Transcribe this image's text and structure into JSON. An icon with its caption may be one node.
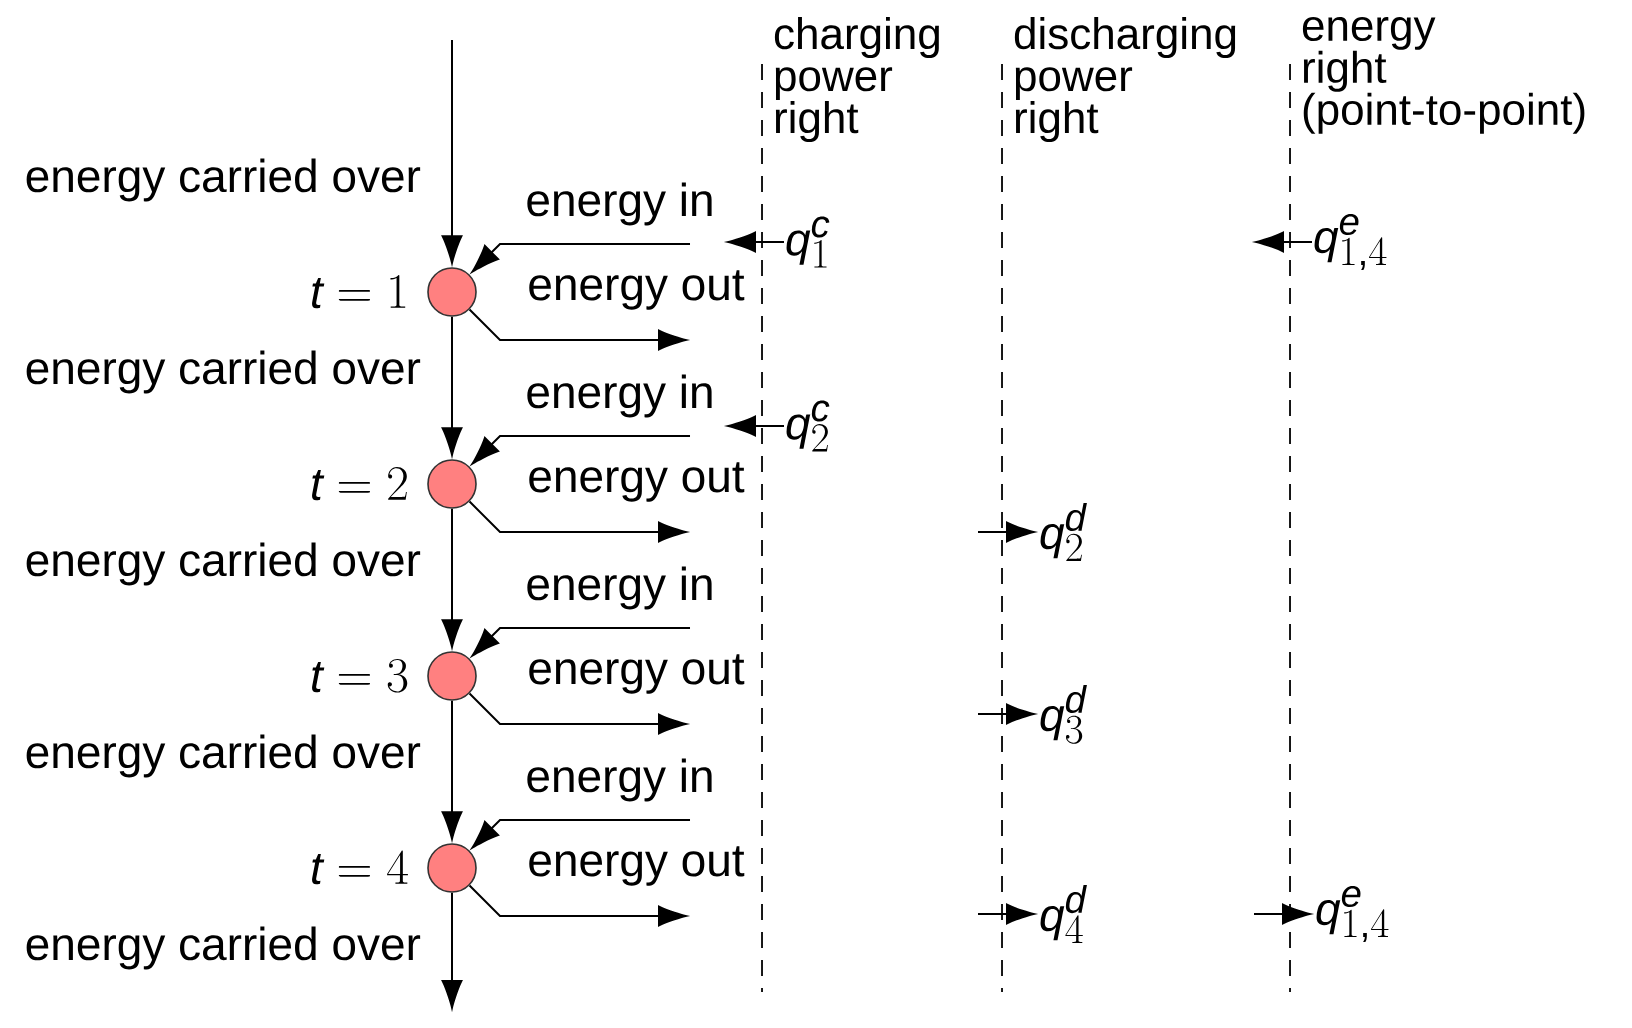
{
  "diagram": {
    "nodes": [
      {
        "text": [],
        "shape": "circle",
        "beside": [
          "t = 1"
        ]
      },
      {
        "text": [],
        "shape": "circle",
        "beside": [
          "t = 2"
        ]
      },
      {
        "text": [],
        "shape": "circle",
        "beside": [
          "t = 3"
        ]
      },
      {
        "text": [],
        "shape": "circle",
        "beside": [
          "t = 4"
        ]
      },
      {
        "text": [
          "q_1^c"
        ]
      },
      {
        "text": [
          "q_{1,4}^e"
        ]
      },
      {
        "text": [
          "q_2^c"
        ]
      },
      {
        "text": [
          "q_2^d"
        ]
      },
      {
        "text": [
          "q_3^d"
        ]
      },
      {
        "text": [
          "q_4^d"
        ]
      },
      {
        "text": [
          "q_{1,4}^e"
        ]
      }
    ],
    "edges": [
      {
        "from": null,
        "to": 0,
        "arrow": "to",
        "label": "energy carried over"
      },
      {
        "from": 0,
        "to": 1,
        "arrow": "to",
        "label": "energy carried over"
      },
      {
        "from": 1,
        "to": 2,
        "arrow": "to",
        "label": "energy carried over"
      },
      {
        "from": 2,
        "to": 3,
        "arrow": "to",
        "label": "energy carried over"
      },
      {
        "from": 3,
        "to": null,
        "arrow": "to",
        "label": "energy carried over"
      },
      {
        "from": null,
        "to": 0,
        "arrow": "to",
        "label": "energy in"
      },
      {
        "from": null,
        "to": 1,
        "arrow": "to",
        "label": "energy in"
      },
      {
        "from": null,
        "to": 2,
        "arrow": "to",
        "label": "energy in"
      },
      {
        "from": null,
        "to": 3,
        "arrow": "to",
        "label": "energy in"
      },
      {
        "from": 0,
        "to": null,
        "arrow": "to",
        "label": "energy out"
      },
      {
        "from": 1,
        "to": null,
        "arrow": "to",
        "label": "energy out"
      },
      {
        "from": 2,
        "to": null,
        "arrow": "to",
        "label": "energy out"
      },
      {
        "from": 3,
        "to": null,
        "arrow": "to",
        "label": "energy out"
      },
      {
        "from": 4,
        "to": null,
        "arrow": "to"
      },
      {
        "from": 5,
        "to": null,
        "arrow": "to"
      },
      {
        "from": 6,
        "to": null,
        "arrow": "to"
      },
      {
        "from": null,
        "to": 7,
        "arrow": "to"
      },
      {
        "from": null,
        "to": 8,
        "arrow": "to"
      },
      {
        "from": null,
        "to": 9,
        "arrow": "to"
      },
      {
        "from": null,
        "to": 10,
        "arrow": "to"
      }
    ],
    "labels": [
      "charging power right",
      "discharging power right",
      "energy right (point-to-point)"
    ]
  }
}
